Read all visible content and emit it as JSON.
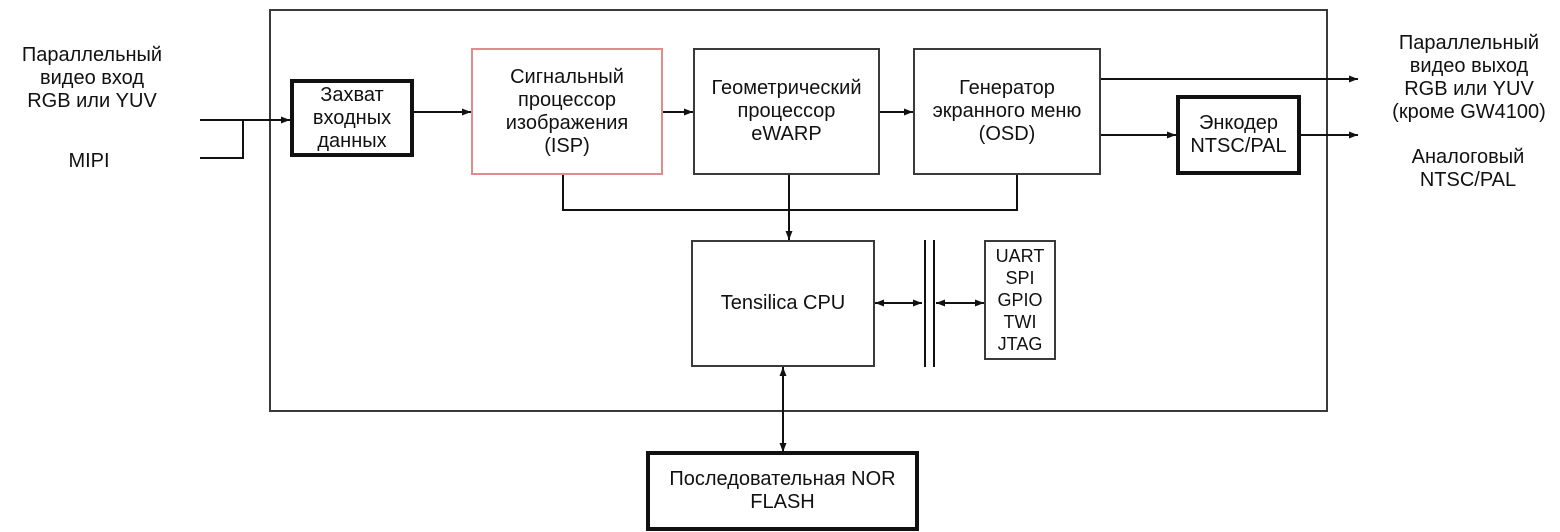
{
  "blocks": {
    "capture": "Захват\nвходных\nданных",
    "isp": "Сигнальный\nпроцессор\nизображения\n(ISP)",
    "ewarp": "Геометрический\nпроцессор\neWARP",
    "osd": "Генератор\nэкранного меню\n(OSD)",
    "encoder": "Энкодер\nNTSC/PAL",
    "cpu": "Tensilica CPU",
    "interfaces": [
      "UART",
      "SPI",
      "GPIO",
      "TWI",
      "JTAG"
    ],
    "flash": "Последовательная NOR\nFLASH"
  },
  "inputs": {
    "parallel": "Параллельный\nвидео вход\nRGB или YUV",
    "mipi": "MIPI"
  },
  "outputs": {
    "parallel": "Параллельный\nвидео выход\nRGB или YUV\n(кроме GW4100)",
    "analog": "Аналоговый\nNTSC/PAL"
  }
}
